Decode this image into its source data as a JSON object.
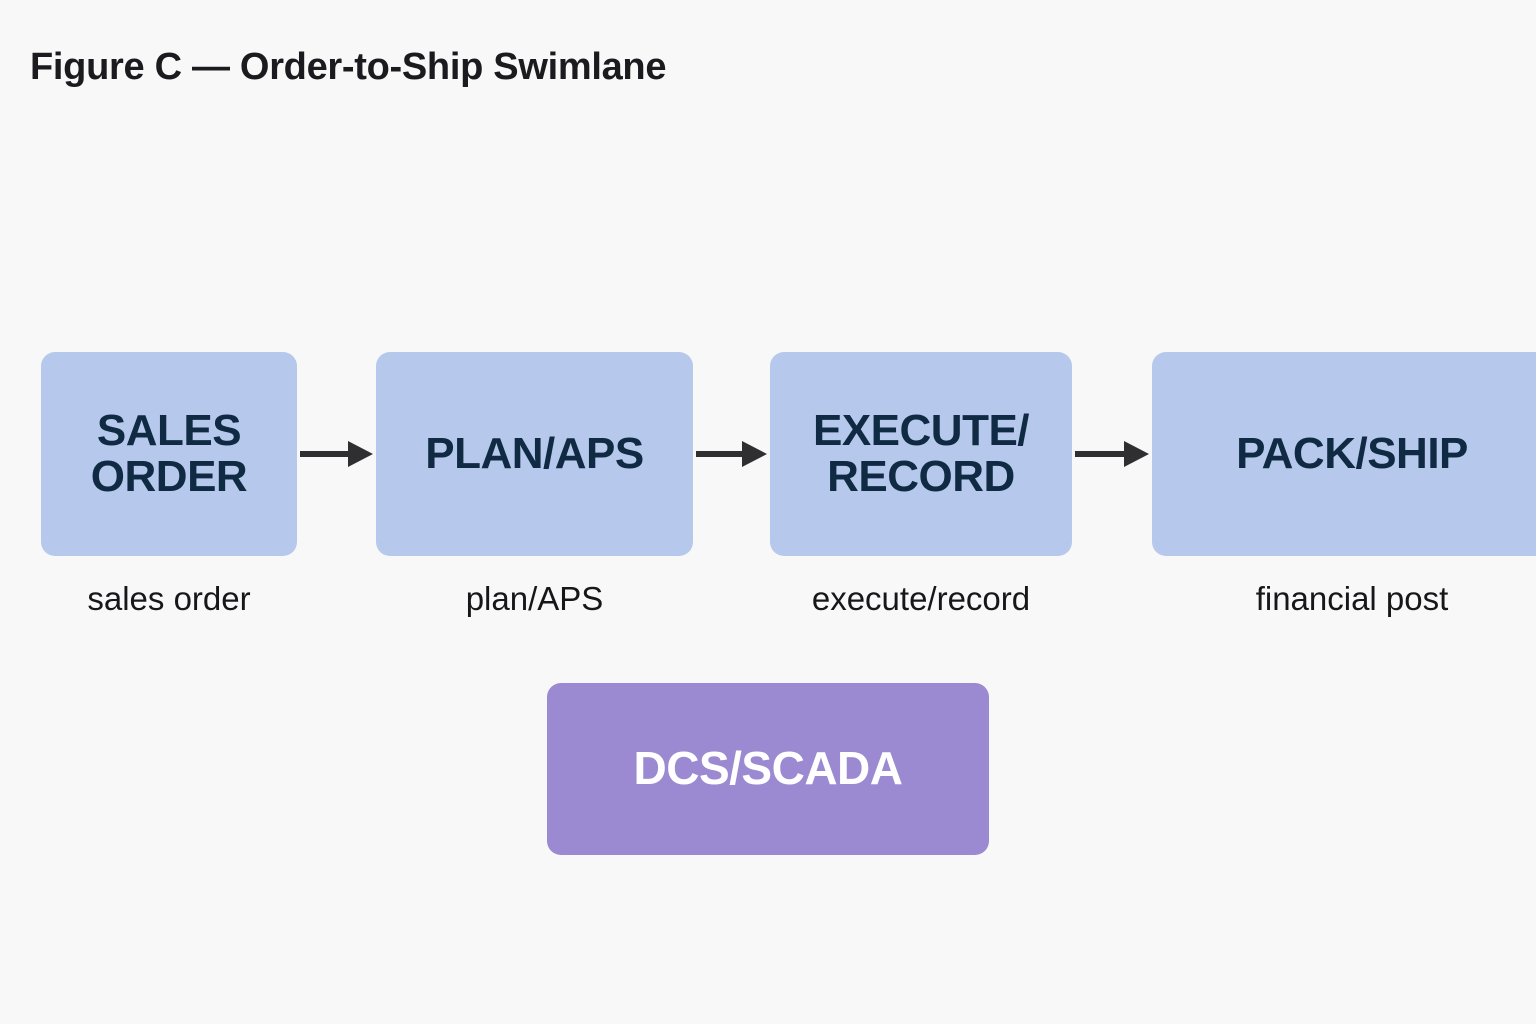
{
  "figure": {
    "title": "Figure C — Order-to-Ship Swimlane",
    "background_color": "#f8f8f8"
  },
  "colors": {
    "stage_fill": "#b6c9ec",
    "stage_text": "#102a43",
    "system_fill": "#9b8ad1",
    "system_text": "#ffffff",
    "arrow": "#2f2f32",
    "caption_text": "#17171a",
    "title_text": "#1b1b1f"
  },
  "flow": {
    "stages": [
      {
        "label": "SALES\nORDER",
        "caption": "sales order"
      },
      {
        "label": "PLAN/APS",
        "caption": "plan/APS"
      },
      {
        "label": "EXECUTE/\nRECORD",
        "caption": "execute/record"
      },
      {
        "label": "PACK/SHIP",
        "caption": "financial post"
      }
    ],
    "connectors": [
      {
        "name": "arrow-sales-order-to-plan",
        "direction": "right"
      },
      {
        "name": "arrow-plan-to-execute",
        "direction": "right"
      },
      {
        "name": "arrow-execute-to-pack-ship",
        "direction": "right"
      }
    ],
    "system": {
      "label": "DCS/SCADA"
    }
  }
}
